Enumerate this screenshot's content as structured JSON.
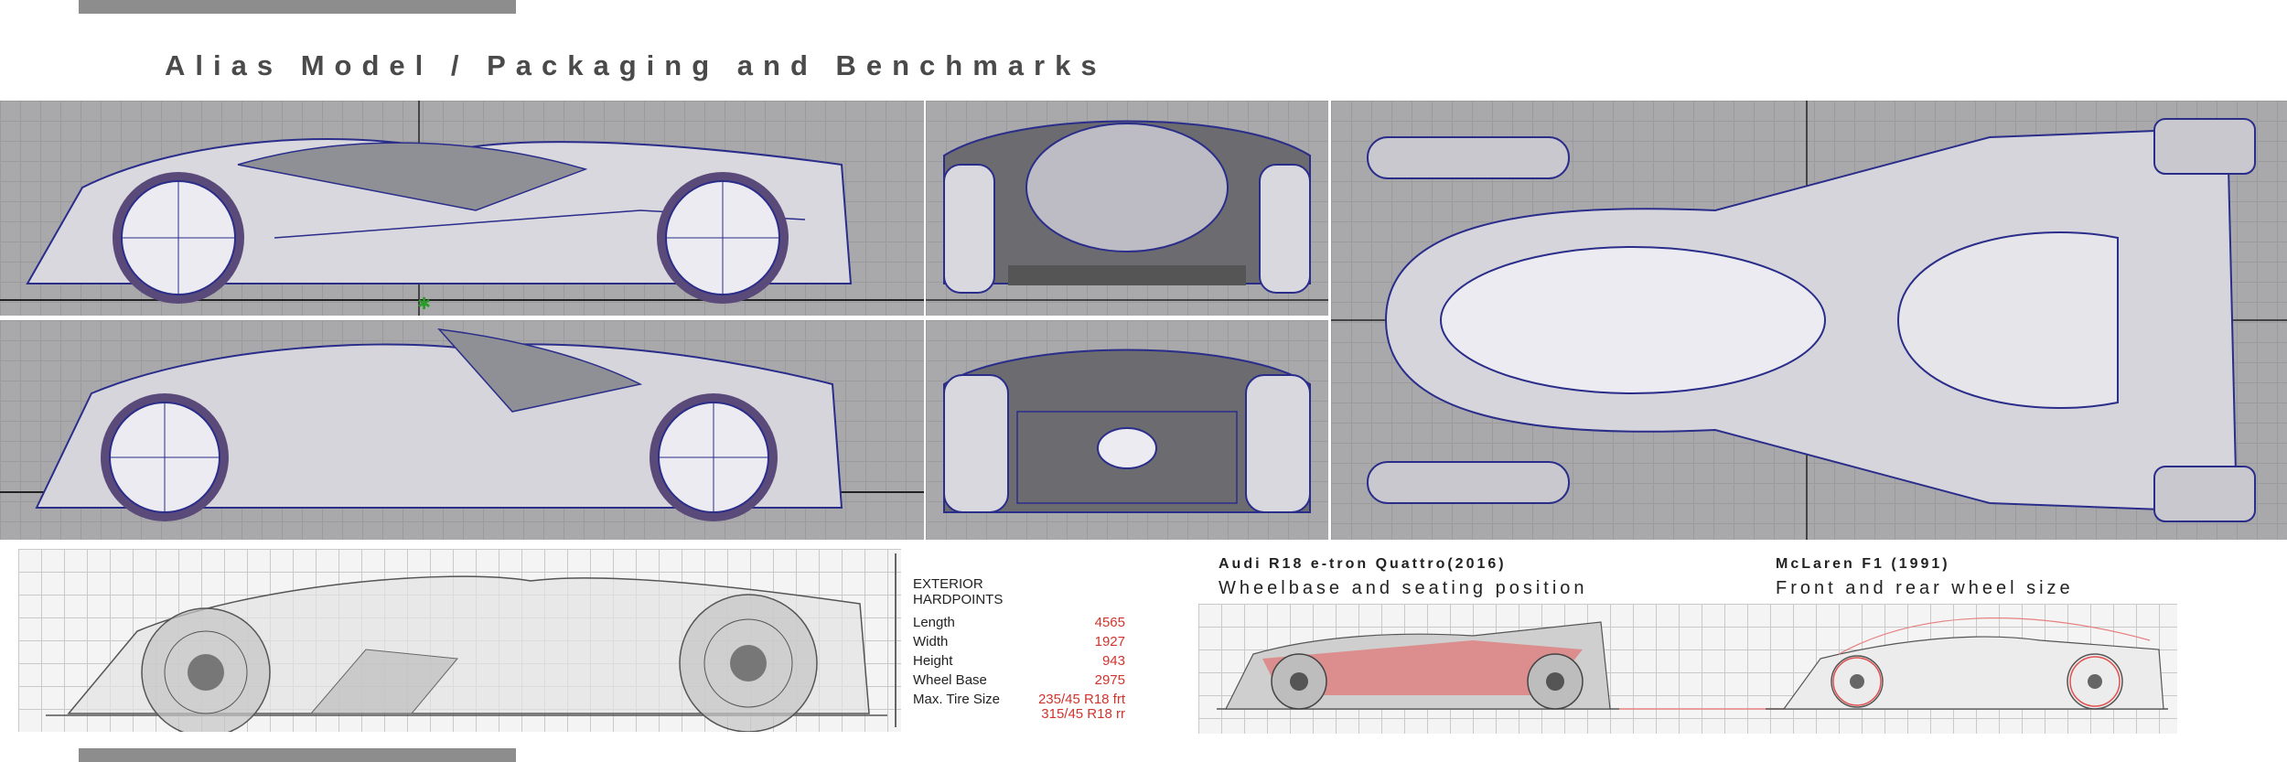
{
  "page": {
    "title": "Alias Model / Packaging and Benchmarks"
  },
  "hardpoints": {
    "heading": "EXTERIOR\nHARDPOINTS",
    "rows": [
      {
        "label": "Length",
        "value": "4565"
      },
      {
        "label": "Width",
        "value": "1927"
      },
      {
        "label": "Height",
        "value": "943"
      },
      {
        "label": "Wheel Base",
        "value": "2975"
      },
      {
        "label": "Max. Tire Size",
        "value": "235/45 R18 frt"
      }
    ],
    "rear_tire": "315/45 R18 rr"
  },
  "benchmarks": [
    {
      "car": "Audi R18 e-tron Quattro(2016)",
      "caption": "Wheelbase and seating position"
    },
    {
      "car": "McLaren F1 (1991)",
      "caption": "Front and rear wheel size"
    }
  ],
  "colors": {
    "accent_red": "#d0342c",
    "model_line": "#2a2d8a",
    "viewport_grid": "#a9a9ab"
  }
}
